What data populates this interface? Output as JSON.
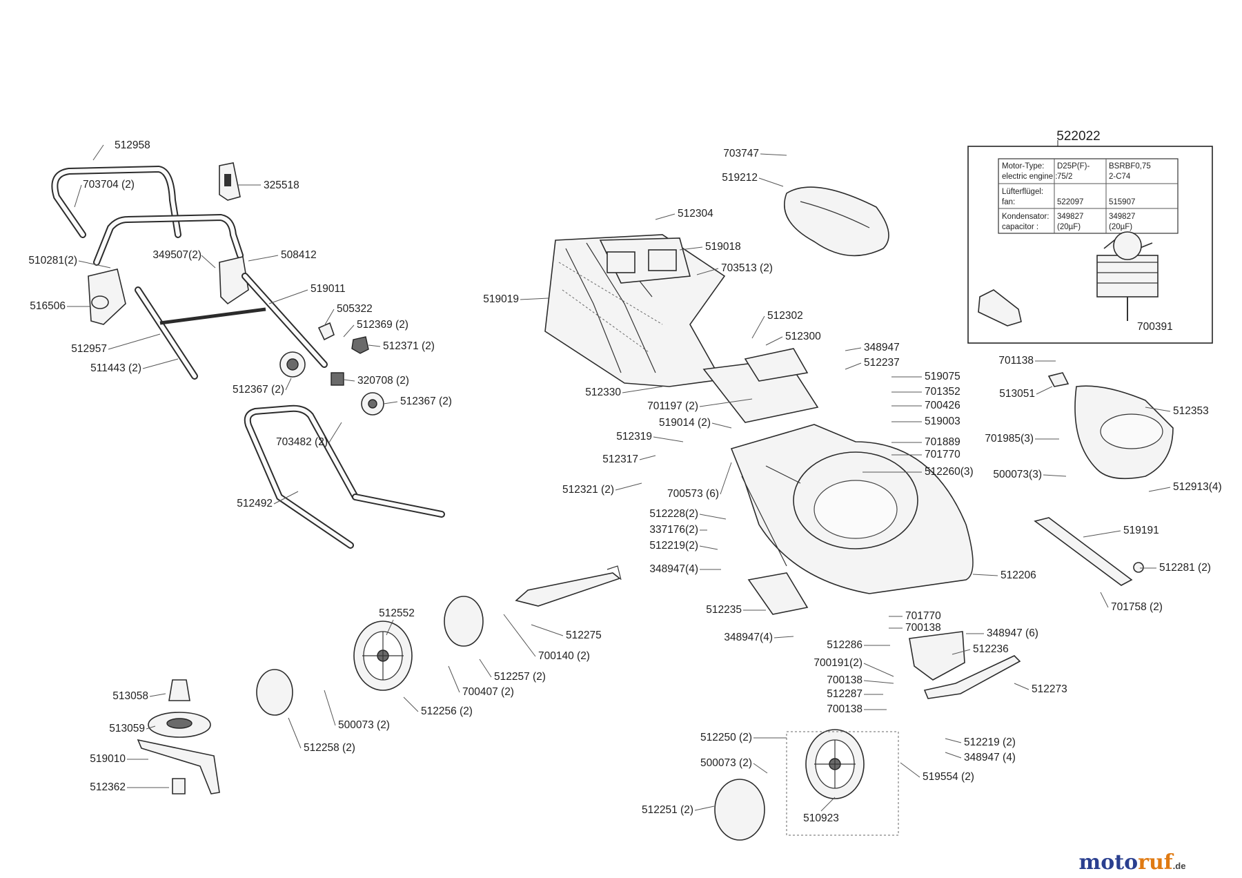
{
  "motor_kit": {
    "part_number": "522022",
    "table": {
      "rows": [
        [
          "Motor-Type:",
          "D25P(F)-",
          "BSRBF0,75"
        ],
        [
          "electric engine :",
          "75/2",
          "2-C74"
        ],
        [
          "Lüfterflügel:",
          "",
          ""
        ],
        [
          "fan:",
          "522097",
          "515907"
        ],
        [
          "Kondensator:",
          "349827",
          "349827"
        ],
        [
          "capacitor :",
          "(20µF)",
          "(20µF)"
        ]
      ]
    },
    "motor_part": "700391"
  },
  "labels": [
    {
      "id": "512958",
      "text": "512958"
    },
    {
      "id": "703704",
      "text": "703704 (2)"
    },
    {
      "id": "325518",
      "text": "325518"
    },
    {
      "id": "510281",
      "text": "510281(2)"
    },
    {
      "id": "349507",
      "text": "349507(2)"
    },
    {
      "id": "508412",
      "text": "508412"
    },
    {
      "id": "516506",
      "text": "516506"
    },
    {
      "id": "519011",
      "text": "519011"
    },
    {
      "id": "505322",
      "text": "505322"
    },
    {
      "id": "512369",
      "text": "512369 (2)"
    },
    {
      "id": "512371",
      "text": "512371 (2)"
    },
    {
      "id": "512957",
      "text": "512957"
    },
    {
      "id": "511443",
      "text": "511443 (2)"
    },
    {
      "id": "320708",
      "text": "320708 (2)"
    },
    {
      "id": "512367a",
      "text": "512367 (2)"
    },
    {
      "id": "512367b",
      "text": "512367 (2)"
    },
    {
      "id": "703482",
      "text": "703482 (2)"
    },
    {
      "id": "512492",
      "text": "512492"
    },
    {
      "id": "703747",
      "text": "703747"
    },
    {
      "id": "519212",
      "text": "519212"
    },
    {
      "id": "512304",
      "text": "512304"
    },
    {
      "id": "519018",
      "text": "519018"
    },
    {
      "id": "703513",
      "text": "703513 (2)"
    },
    {
      "id": "519019",
      "text": "519019"
    },
    {
      "id": "512302",
      "text": "512302"
    },
    {
      "id": "512300",
      "text": "512300"
    },
    {
      "id": "348947a",
      "text": "348947"
    },
    {
      "id": "512237",
      "text": "512237"
    },
    {
      "id": "519075",
      "text": "519075"
    },
    {
      "id": "701352",
      "text": "701352"
    },
    {
      "id": "700426",
      "text": "700426"
    },
    {
      "id": "519003",
      "text": "519003"
    },
    {
      "id": "701889",
      "text": "701889"
    },
    {
      "id": "701770a",
      "text": "701770"
    },
    {
      "id": "512330",
      "text": "512330"
    },
    {
      "id": "701197",
      "text": "701197 (2)"
    },
    {
      "id": "519014",
      "text": "519014 (2)"
    },
    {
      "id": "512319",
      "text": "512319"
    },
    {
      "id": "512317",
      "text": "512317"
    },
    {
      "id": "512260",
      "text": "512260(3)"
    },
    {
      "id": "512321",
      "text": "512321 (2)"
    },
    {
      "id": "700573",
      "text": "700573 (6)"
    },
    {
      "id": "512228",
      "text": "512228(2)"
    },
    {
      "id": "337176",
      "text": "337176(2)"
    },
    {
      "id": "512219a",
      "text": "512219(2)"
    },
    {
      "id": "348947b",
      "text": "348947(4)"
    },
    {
      "id": "512206",
      "text": "512206"
    },
    {
      "id": "512235",
      "text": "512235"
    },
    {
      "id": "348947c",
      "text": "348947(4)"
    },
    {
      "id": "701770b",
      "text": "701770"
    },
    {
      "id": "700138a",
      "text": "700138"
    },
    {
      "id": "512286",
      "text": "512286"
    },
    {
      "id": "348947d",
      "text": "348947 (6)"
    },
    {
      "id": "512236",
      "text": "512236"
    },
    {
      "id": "700191",
      "text": "700191(2)"
    },
    {
      "id": "700138b",
      "text": "700138"
    },
    {
      "id": "512287",
      "text": "512287"
    },
    {
      "id": "700138c",
      "text": "700138"
    },
    {
      "id": "512273",
      "text": "512273"
    },
    {
      "id": "512219b",
      "text": "512219 (2)"
    },
    {
      "id": "348947e",
      "text": "348947 (4)"
    },
    {
      "id": "512250",
      "text": "512250 (2)"
    },
    {
      "id": "500073a",
      "text": "500073 (2)"
    },
    {
      "id": "519554",
      "text": "519554 (2)"
    },
    {
      "id": "510923",
      "text": "510923"
    },
    {
      "id": "512251",
      "text": "512251 (2)"
    },
    {
      "id": "701138",
      "text": "701138"
    },
    {
      "id": "513051",
      "text": "513051"
    },
    {
      "id": "512353",
      "text": "512353"
    },
    {
      "id": "701985",
      "text": "701985(3)"
    },
    {
      "id": "500073b",
      "text": "500073(3)"
    },
    {
      "id": "512913",
      "text": "512913(4)"
    },
    {
      "id": "519191",
      "text": "519191"
    },
    {
      "id": "512281",
      "text": "512281 (2)"
    },
    {
      "id": "701758",
      "text": "701758 (2)"
    },
    {
      "id": "512552",
      "text": "512552"
    },
    {
      "id": "512275",
      "text": "512275"
    },
    {
      "id": "700140",
      "text": "700140 (2)"
    },
    {
      "id": "512257",
      "text": "512257 (2)"
    },
    {
      "id": "700407",
      "text": "700407 (2)"
    },
    {
      "id": "512256",
      "text": "512256 (2)"
    },
    {
      "id": "500073c",
      "text": "500073 (2)"
    },
    {
      "id": "512258",
      "text": "512258 (2)"
    },
    {
      "id": "513058",
      "text": "513058"
    },
    {
      "id": "513059",
      "text": "513059"
    },
    {
      "id": "519010",
      "text": "519010"
    },
    {
      "id": "512362",
      "text": "512362"
    }
  ],
  "watermark": {
    "text_a": "moto",
    "text_b": "ruf",
    "suffix": ".de",
    "color_a": "#2a3f8f",
    "color_b": "#e07a12"
  }
}
